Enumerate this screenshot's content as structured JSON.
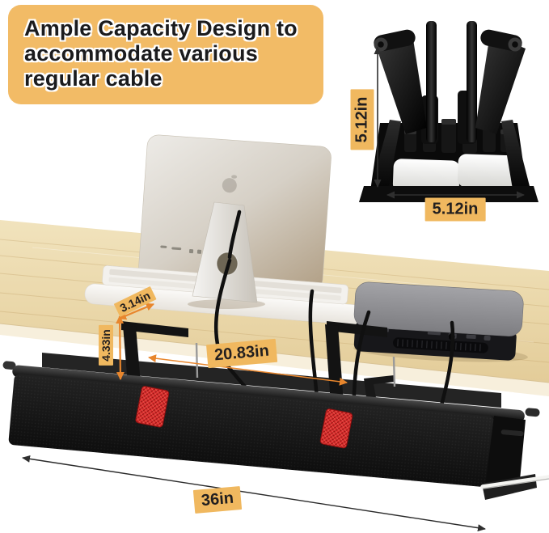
{
  "title": {
    "text": "Ample Capacity Design to accommodate various regular cable"
  },
  "inset": {
    "height_label": "5.12in",
    "width_label": "5.12in"
  },
  "dimensions": {
    "clamp_arm_width": "3.14in",
    "clamp_drop_height": "4.33in",
    "clamp_spacing": "20.83in",
    "tray_length": "36in"
  },
  "colors": {
    "title_bg": "#f2bb66",
    "label_bg": "#f0b85f",
    "label_text": "#221f1f",
    "arrow_orange": "#e8862d",
    "arrow_dark": "#2f2f2f",
    "strap_red": "#da2f2f",
    "tray_black": "#151515",
    "desk_wood": "#ecd8ab"
  }
}
